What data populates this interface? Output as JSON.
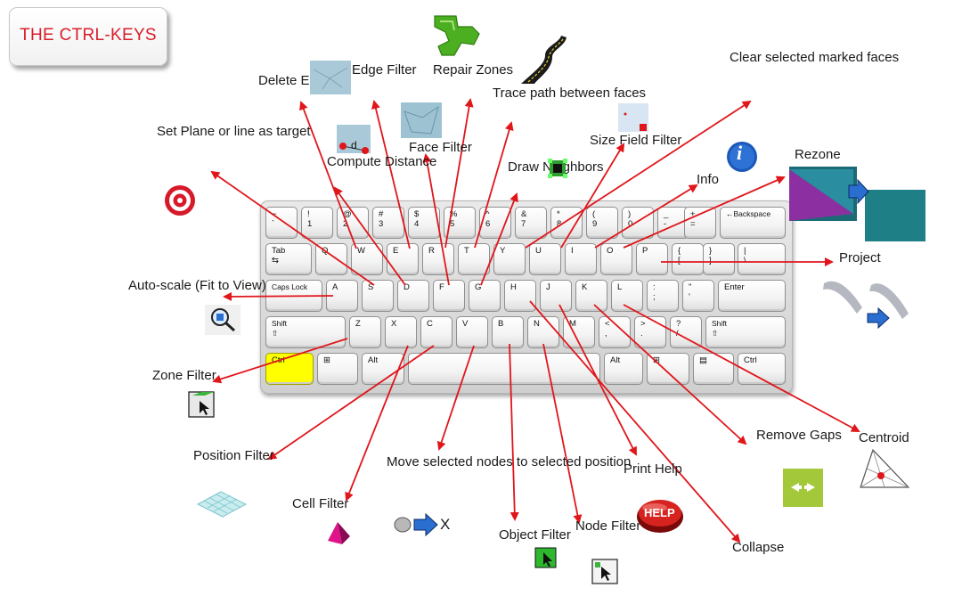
{
  "title": "THE CTRL-KEYS",
  "keyboard": {
    "row1": [
      "~\n`",
      "!\n1",
      "@\n2",
      "#\n3",
      "$\n4",
      "%\n5",
      "^\n6",
      "&\n7",
      "*\n8",
      "(\n9",
      ")\n0",
      "_\n-",
      "+\n=",
      "←Backspace"
    ],
    "row2": [
      "Tab\n⇆",
      "Q",
      "W",
      "E",
      "R",
      "T",
      "Y",
      "U",
      "I",
      "O",
      "P",
      "{\n[",
      "}\n]",
      "|\n\\"
    ],
    "row3": [
      "Caps Lock",
      "A",
      "S",
      "D",
      "F",
      "G",
      "H",
      "J",
      "K",
      "L",
      ":\n;",
      "\"\n'",
      "Enter"
    ],
    "row4": [
      "Shift\n⇧",
      "Z",
      "X",
      "C",
      "V",
      "B",
      "N",
      "M",
      "<\n,",
      ">\n.",
      "?\n/",
      "Shift\n⇧"
    ],
    "row5": [
      "Ctrl",
      "⊞",
      "Alt",
      "",
      "Alt",
      "⊞",
      "▤",
      "Ctrl"
    ]
  },
  "labels": {
    "delete_entity": "Delete\nEntity",
    "edge_filter": "Edge\nFilter",
    "repair_zones": "Repair\nZones",
    "trace_path": "Trace path\nbetween faces",
    "clear_faces": "Clear\nselected\nmarked faces",
    "set_plane": "Set Plane\nor line as\ntarget",
    "compute_distance": "Compute\nDistance",
    "face_filter": "Face\nFilter",
    "size_field_filter": "Size Field\nFilter",
    "draw_neighbors": "Draw\nNeighbors",
    "info": "Info",
    "rezone": "Rezone",
    "project": "Project",
    "auto_scale": "Auto-scale\n(Fit to View)",
    "zone_filter": "Zone\nFilter",
    "position_filter": "Position\nFilter",
    "cell_filter": "Cell\nFilter",
    "move_nodes": "Move selected\nnodes to selected\nposition",
    "object_filter": "Object\nFilter",
    "node_filter": "Node\nFilter",
    "print_help": "Print\nHelp",
    "remove_gaps": "Remove\nGaps",
    "centroid": "Centroid",
    "collapse": "Collapse",
    "compute_distance_icon_text": "d",
    "move_nodes_icon_text": "X",
    "help_icon_text": "HELP",
    "info_icon_text": "i"
  },
  "colors": {
    "arrow": "#e0161b",
    "title": "#d81e2a",
    "ctrl_key": "#ffff00"
  }
}
